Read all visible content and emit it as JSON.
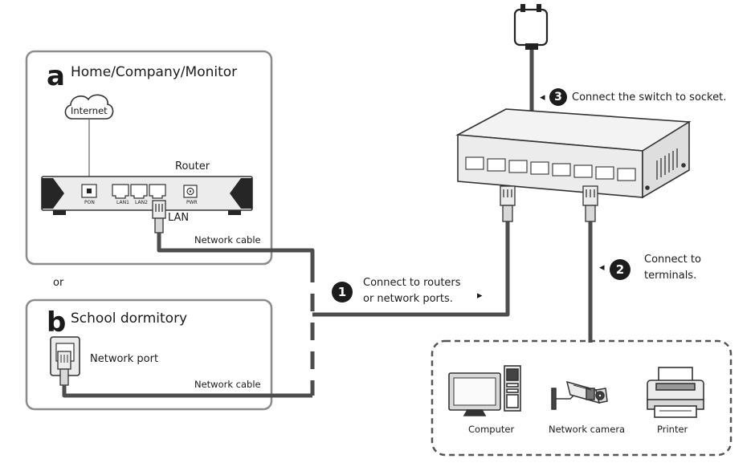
{
  "panel_a": {
    "letter": "a",
    "title": "Home/Company/Monitor",
    "cloud_label": "Internet",
    "router_label": "Router",
    "port_pon": "PON",
    "port_lan1": "LAN1",
    "port_lan2": "LAN2",
    "port_pwr": "PWR",
    "lan_label": "LAN",
    "cable_label": "Network cable"
  },
  "or_label": "or",
  "panel_b": {
    "letter": "b",
    "title": "School dormitory",
    "port_label": "Network port",
    "cable_label": "Network cable"
  },
  "steps": [
    {
      "num": "1",
      "arrow": "▸",
      "line1": "Connect to routers",
      "line2": "or network ports."
    },
    {
      "num": "2",
      "arrow": "◂",
      "line1": "Connect to",
      "line2": "terminals."
    },
    {
      "num": "3",
      "arrow": "◂",
      "line1": "Connect the switch to socket."
    }
  ],
  "terminals": [
    {
      "label": "Computer"
    },
    {
      "label": "Network camera"
    },
    {
      "label": "Printer"
    }
  ],
  "colors": {
    "cable": "#4d4d4d",
    "panel_border": "#8c8c8c",
    "device_fill": "#ececec",
    "badge": "#1c1c1c"
  }
}
